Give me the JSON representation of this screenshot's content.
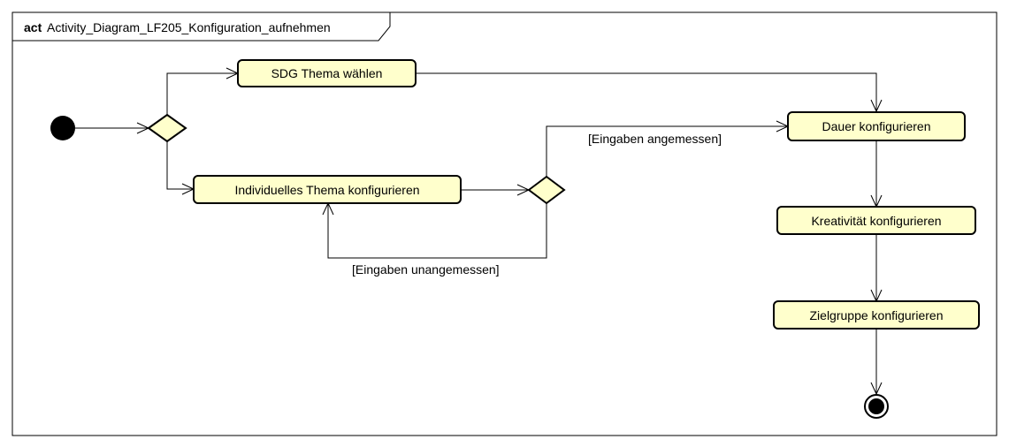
{
  "frame": {
    "keyword": "act",
    "name": "Activity_Diagram_LF205_Konfiguration_aufnehmen"
  },
  "actions": {
    "sdg": "SDG Thema wählen",
    "individuell": "Individuelles Thema konfigurieren",
    "dauer": "Dauer konfigurieren",
    "kreativitaet": "Kreativität konfigurieren",
    "zielgruppe": "Zielgruppe konfigurieren"
  },
  "guards": {
    "angemessen": "[Eingaben angemessen]",
    "unangemessen": "[Eingaben unangemessen]"
  },
  "colors": {
    "action_fill": "#ffffcc",
    "stroke": "#000000"
  }
}
